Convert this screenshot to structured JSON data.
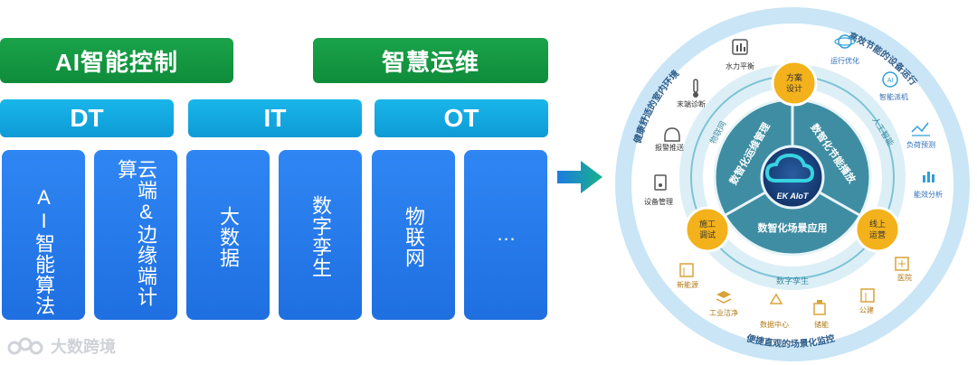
{
  "left": {
    "top_bars": {
      "ai_control": "AI智能控制",
      "smart_ops": "智慧运维"
    },
    "mid_bars": {
      "dt": "DT",
      "it": "IT",
      "ot": "OT"
    },
    "columns": [
      "AI智能算法",
      "云端&边缘端计算",
      "大数据",
      "数字孪生",
      "物联网",
      "…"
    ]
  },
  "watermark": "大数跨境",
  "diagram": {
    "outer_top_left": "健康舒适的室内环境",
    "outer_top_right": "高效节能的设备运行",
    "outer_bottom": "便捷直观的场景化监控",
    "center_logo": "EK AIoT",
    "inner_segments": {
      "energy": "数智化节能播放",
      "ops": "数智化运维管理",
      "scene": "数智化场景应用"
    },
    "ring_labels": {
      "iot": "物联网",
      "ai": "人工智能",
      "twin": "数字孪生"
    },
    "nodes": {
      "design": "方案\n设计",
      "debug": "施工\n调试",
      "online": "线上\n运营"
    },
    "icons": {
      "water": "水力平衡",
      "run": "运行优化",
      "fault": "末端诊断",
      "smart": "智能派机",
      "alarm": "报警推送",
      "load": "负荷预测",
      "device": "设备管理",
      "energy_an": "能效分析",
      "newenergy": "新能源",
      "hospital": "医院",
      "industry": "工业洁净",
      "datacenter": "数据中心",
      "storage": "储能",
      "public": "公建"
    },
    "colors": {
      "outer_ring": "#b9dcf2",
      "teal": "#4a9bb0",
      "orange": "#f3b21b",
      "navy": "#153d78"
    }
  }
}
